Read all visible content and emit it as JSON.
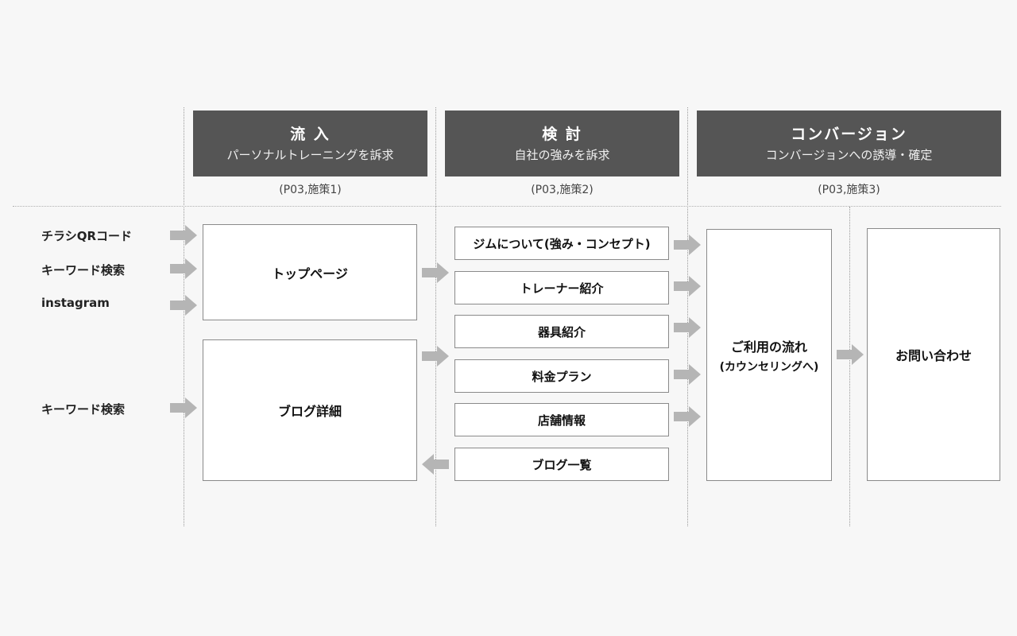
{
  "phases": [
    {
      "title": "流 入",
      "subtitle": "パーソナルトレーニングを訴求",
      "ref": "(P03,施策1)"
    },
    {
      "title": "検 討",
      "subtitle": "自社の強みを訴求",
      "ref": "(P03,施策2)"
    },
    {
      "title": "コンバージョン",
      "subtitle": "コンバージョンへの誘導・確定",
      "ref": "(P03,施策3)"
    }
  ],
  "sources": [
    "チラシQRコード",
    "キーワード検索",
    "instagram",
    "キーワード検索"
  ],
  "entry_pages": [
    "トップページ",
    "ブログ詳細"
  ],
  "consider_pages": [
    "ジムについて(強み・コンセプト)",
    "トレーナー紹介",
    "器具紹介",
    "料金プラン",
    "店舗情報",
    "ブログ一覧"
  ],
  "conversion": {
    "flow_line1": "ご利用の流れ",
    "flow_line2": "(カウンセリングへ)",
    "contact": "お問い合わせ"
  },
  "colors": {
    "phase_header": "#555555",
    "arrow": "#b5b5b5",
    "box_border": "#8a8a8a"
  }
}
